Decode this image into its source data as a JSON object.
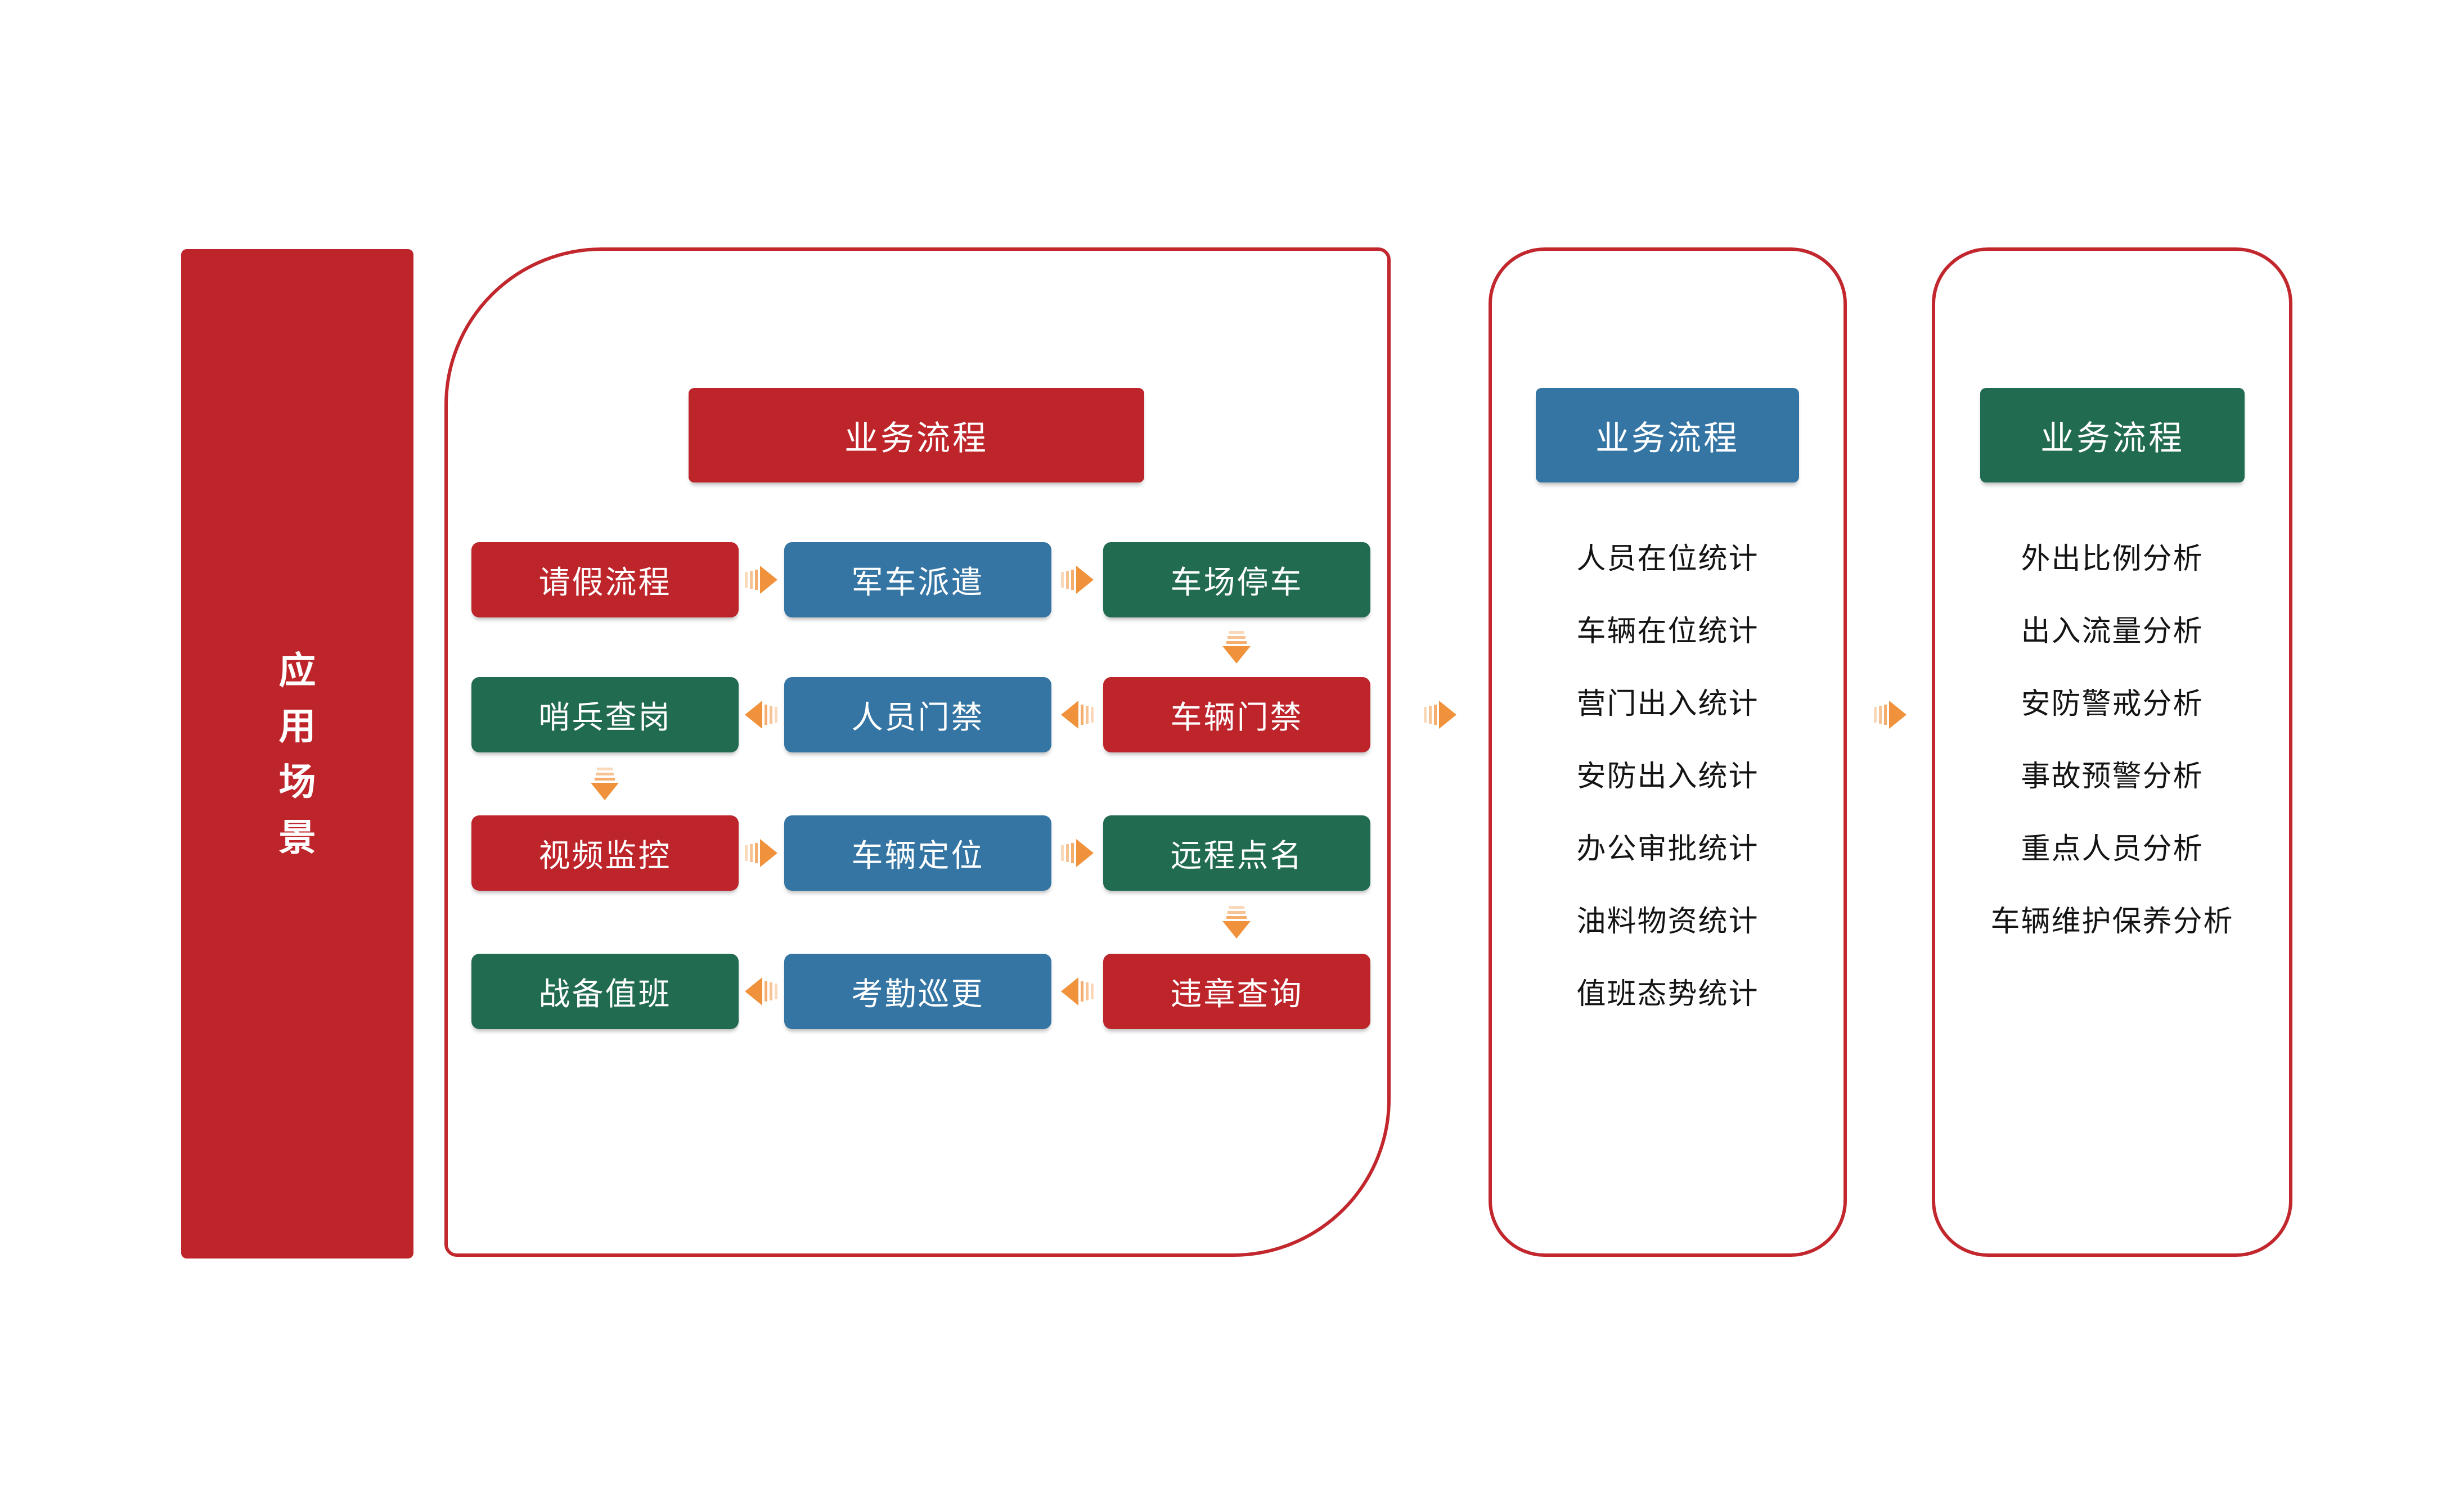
{
  "colors": {
    "red": "#BE252B",
    "blue": "#3575A4",
    "green": "#216B50",
    "orange": "#F0923C",
    "panel_border": "#C1272D",
    "list_text": "#141414",
    "node_text": "#FFFFFF",
    "background": "#FFFFFF"
  },
  "sidebar": {
    "label": "应用场景"
  },
  "flow_panel": {
    "header": "业务流程",
    "rows": [
      {
        "direction": "right",
        "cells": [
          {
            "label": "请假流程",
            "color": "red"
          },
          {
            "label": "军车派遣",
            "color": "blue"
          },
          {
            "label": "车场停车",
            "color": "green"
          }
        ]
      },
      {
        "direction": "left",
        "cells": [
          {
            "label": "哨兵查岗",
            "color": "green"
          },
          {
            "label": "人员门禁",
            "color": "blue"
          },
          {
            "label": "车辆门禁",
            "color": "red"
          }
        ]
      },
      {
        "direction": "right",
        "cells": [
          {
            "label": "视频监控",
            "color": "red"
          },
          {
            "label": "车辆定位",
            "color": "blue"
          },
          {
            "label": "远程点名",
            "color": "green"
          }
        ]
      },
      {
        "direction": "left",
        "cells": [
          {
            "label": "战备值班",
            "color": "green"
          },
          {
            "label": "考勤巡更",
            "color": "blue"
          },
          {
            "label": "违章查询",
            "color": "red"
          }
        ]
      }
    ]
  },
  "stats_panel": {
    "header": "业务流程",
    "items": [
      "人员在位统计",
      "车辆在位统计",
      "营门出入统计",
      "安防出入统计",
      "办公审批统计",
      "油料物资统计",
      "值班态势统计"
    ]
  },
  "analysis_panel": {
    "header": "业务流程",
    "items": [
      "外出比例分析",
      "出入流量分析",
      "安防警戒分析",
      "事故预警分析",
      "重点人员分析",
      "车辆维护保养分析"
    ]
  },
  "icons": {
    "horizontal_right": "motion-arrow-right-icon",
    "horizontal_left": "motion-arrow-left-icon",
    "vertical_down": "motion-arrow-down-icon",
    "panel_connector": "panel-connector-arrow-icon"
  }
}
